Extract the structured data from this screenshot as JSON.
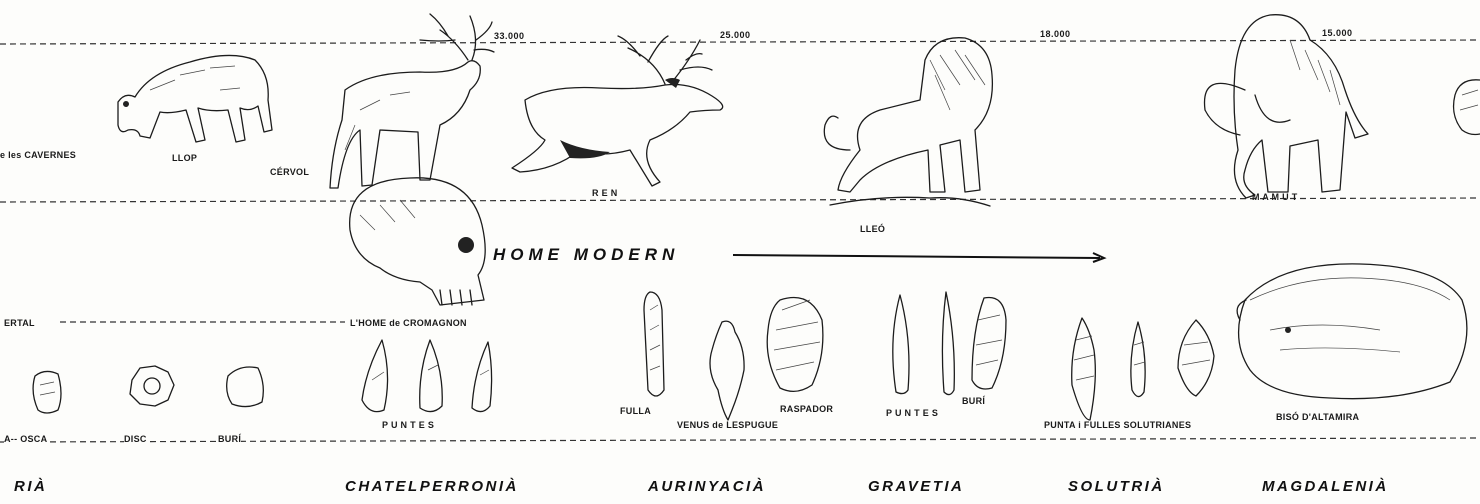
{
  "years": {
    "y33000": "33.000",
    "y25000": "25.000",
    "y18000": "18.000",
    "y15000": "15.000"
  },
  "animals": {
    "caves_partial": "e les CAVERNES",
    "wolf": "LLOP",
    "deer": "CÉRVOL",
    "reindeer": "R E N",
    "lion": "LLEÓ",
    "mammoth": "M A M U T"
  },
  "humans": {
    "modern_man": "HOME MODERN",
    "neanderthal_partial": "ERTAL",
    "cromagnon": "L'HOME de CROMAGNON"
  },
  "tools": {
    "osca": "A-- OSCA",
    "disc": "DISC",
    "buri_left": "BURÍ",
    "puntes_chatel": "P U N T E S",
    "fulla": "FULLA",
    "venus": "VENUS de LESPUGUE",
    "raspador": "RASPADOR",
    "puntes_gravet": "P U N T E S",
    "buri_gravet": "BURÍ",
    "solutrian": "PUNTA i FULLES SOLUTRIANES",
    "bison": "BISÓ D'ALTAMIRA"
  },
  "cultures": {
    "c0": "RIÀ",
    "c1": "CHATELPERRONIÀ",
    "c2": "AURINYACIÀ",
    "c3": "GRAVETIA",
    "c4": "SOLUTRIÀ",
    "c5": "MAGDALENIÀ"
  }
}
